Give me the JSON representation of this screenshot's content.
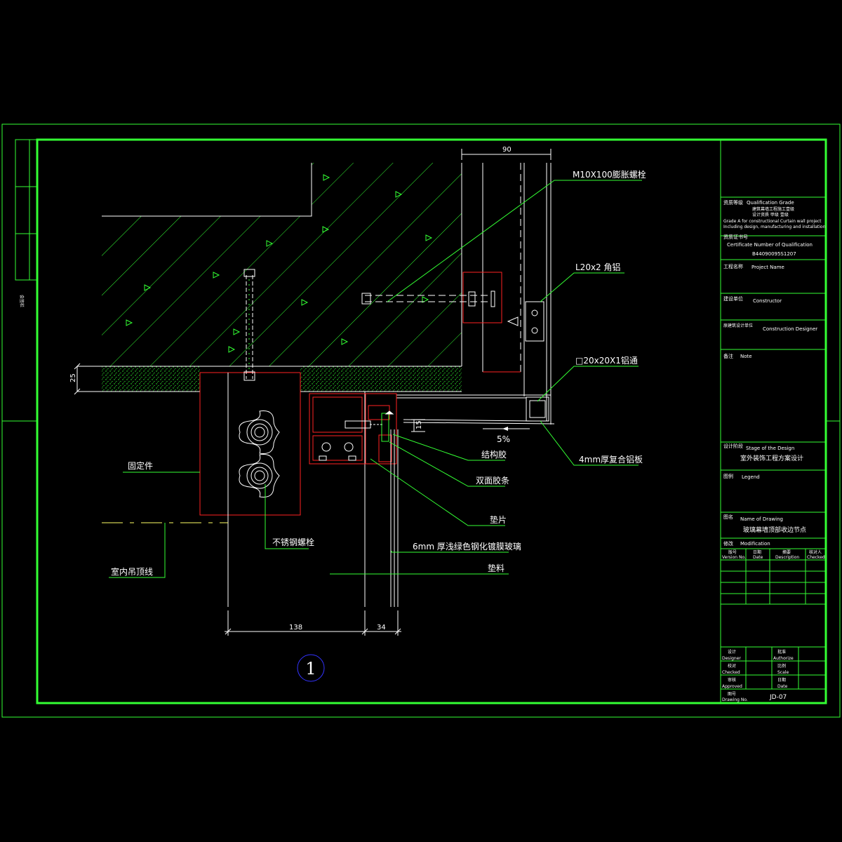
{
  "colors": {
    "background": "#000000",
    "frame": "#33ff33",
    "outline": "#ffffff",
    "section": "#ff2222",
    "hatch": "#33ff33",
    "leader": "#33ff33",
    "text": "#ffffff",
    "callout": "#3333ff"
  },
  "annotations": {
    "dim_top": "90",
    "bolt_label": "M10X100膨胀螺栓",
    "angle_label": "L20x2 角铝",
    "tube_label": "□20x20X1铝通",
    "dim_left": "25",
    "slope": "5%",
    "dim_15": "15",
    "panel_label": "4mm厚复合铝板",
    "struct_sealant": "结构胶",
    "tape_label": "双面胶条",
    "spacer_label": "垫片",
    "fixing_label": "固定件",
    "ss_bolt_label": "不锈钢螺栓",
    "glass_label": "6mm 厚浅绿色钢化镀膜玻璃",
    "ceiling_label": "室内吊顶线",
    "pad_label": "垫料",
    "dim_138": "138",
    "dim_34": "34",
    "detail_no": "1"
  },
  "side_strip": {
    "label": "会签栏"
  },
  "title_block": {
    "qual_label": "资质等级",
    "qual_title": "Qualification Grade",
    "qual_line1": "建筑幕墙工程施工壹级",
    "qual_line2": "设计资质 甲级 壹级",
    "qual_line3": "Grade A for constructional Curtain wall project",
    "qual_line4": "Including design, manufacturing and installation",
    "cert_label": "资质证书号",
    "cert_title": "Certificate Number of Qualification",
    "cert_value": "B44090095S1207",
    "project_label": "工程名称",
    "project_title": "Project Name",
    "constructor_label": "建设单位",
    "constructor_title": "Constructor",
    "designer_label": "原建筑设计单位",
    "designer_title": "Construction Designer",
    "note_label": "备注",
    "note_title": "Note",
    "stage_label": "设计阶段",
    "stage_title": "Stage of the Design",
    "stage_value": "室外装饰工程方案设计",
    "legend_label": "图例",
    "legend_title": "Legend",
    "drawing_name_label": "图名",
    "drawing_name_title": "Name of Drawing",
    "drawing_name_value": "玻璃幕墙顶部收边节点",
    "mod_label": "修改",
    "mod_title": "Modification",
    "col_version_cn": "版号",
    "col_version_en": "Version No.",
    "col_date_cn": "日期",
    "col_date_en": "Date",
    "col_desc_cn": "摘要",
    "col_desc_en": "Description",
    "col_checked_cn": "核对人",
    "col_checked_en": "Checked",
    "design_cn": "设计",
    "design_en": "Designer",
    "authorize_cn": "批准",
    "authorize_en": "Authorize",
    "checked_cn": "校对",
    "checked_en": "Checked",
    "scale_cn": "比例",
    "scale_en": "Scale",
    "approved_cn": "审核",
    "approved_en": "Approved",
    "date_cn": "日期",
    "date_en": "Date",
    "drawing_no_cn": "图号",
    "drawing_no_en": "Drawing No.",
    "drawing_no_value": "JD-07"
  }
}
